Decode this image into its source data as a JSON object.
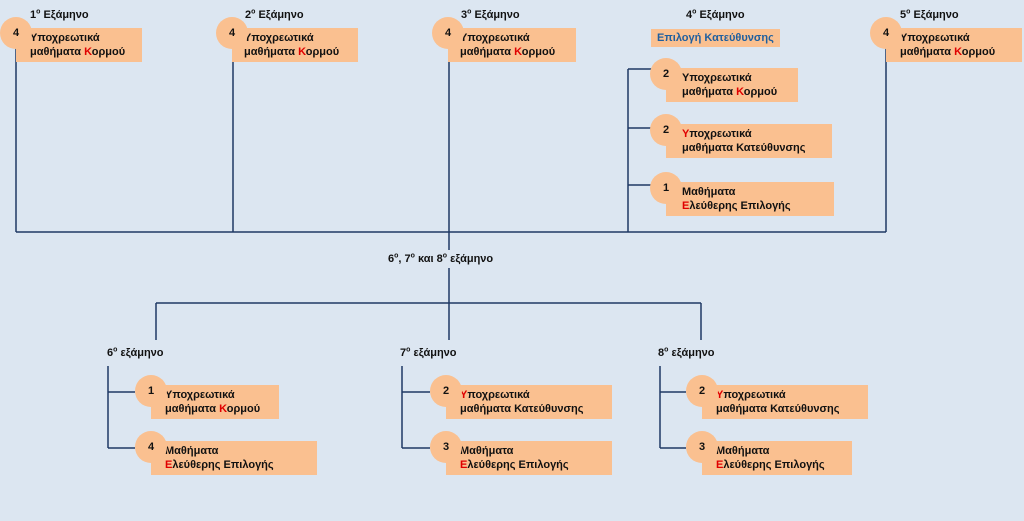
{
  "top_semesters": [
    {
      "num": "1",
      "sup": "ο",
      "word": "Εξάμηνο",
      "count": "4",
      "line1": "Υποχρεωτικά",
      "line2_pre": "μαθήματα ",
      "line2_hl": "Κ",
      "line2_post": "ορμού"
    },
    {
      "num": "2",
      "sup": "ο",
      "word": "Εξάμηνο",
      "count": "4",
      "line1": "Υποχρεωτικά",
      "line2_pre": "μαθήματα ",
      "line2_hl": "Κ",
      "line2_post": "ορμού"
    },
    {
      "num": "3",
      "sup": "ο",
      "word": "Εξάμηνο",
      "count": "4",
      "line1": "Υποχρεωτικά",
      "line2_pre": "μαθήματα ",
      "line2_hl": "Κ",
      "line2_post": "ορμού"
    },
    {
      "num": "5",
      "sup": "ο",
      "word": "Εξάμηνο",
      "count": "4",
      "line1": "Υποχρεωτικά",
      "line2_pre": "μαθήματα ",
      "line2_hl": "Κ",
      "line2_post": "ορμού"
    }
  ],
  "fourth": {
    "num": "4",
    "sup": "ο",
    "word": "Εξάμηνο",
    "direction_label": "Επιλογή Κατεύθυνσης",
    "items": [
      {
        "count": "2",
        "l1_hl": "",
        "l1_rest": "Υποχρεωτικά",
        "line2_pre": "μαθήματα ",
        "line2_hl": "Κ",
        "line2_post": "ορμού"
      },
      {
        "count": "2",
        "l1_hl": "Υ",
        "l1_rest": "ποχρεωτικά",
        "line2_pre": "μαθήματα Κατεύθυνσης",
        "line2_hl": "",
        "line2_post": ""
      },
      {
        "count": "1",
        "l1_hl": "",
        "l1_rest": "Μαθήματα",
        "line2_pre": "",
        "line2_hl": "Ε",
        "line2_post": "λεύθερης Επιλογής"
      }
    ]
  },
  "middle": {
    "n6": "6",
    "n7": "7",
    "n8": "8",
    "sup": "ο",
    "sep1": ", ",
    "sep2": " και ",
    "word": " εξάμηνο"
  },
  "bottom_semesters": [
    {
      "num": "6",
      "sup": "ο",
      "word": "εξάμηνο",
      "items": [
        {
          "count": "1",
          "l1_hl": "",
          "l1_rest": "Υποχρεωτικά",
          "line2_pre": "μαθήματα ",
          "line2_hl": "Κ",
          "line2_post": "ορμού"
        },
        {
          "count": "4",
          "l1_hl": "",
          "l1_rest": "Μαθήματα",
          "line2_pre": "",
          "line2_hl": "Ε",
          "line2_post": "λεύθερης Επιλογής"
        }
      ]
    },
    {
      "num": "7",
      "sup": "ο",
      "word": "εξάμηνο",
      "items": [
        {
          "count": "2",
          "l1_hl": "Υ",
          "l1_rest": "ποχρεωτικά",
          "line2_pre": "μαθήματα Κατεύθυνσης",
          "line2_hl": "",
          "line2_post": ""
        },
        {
          "count": "3",
          "l1_hl": "",
          "l1_rest": "Μαθήματα",
          "line2_pre": "",
          "line2_hl": "Ε",
          "line2_post": "λεύθερης Επιλογής"
        }
      ]
    },
    {
      "num": "8",
      "sup": "ο",
      "word": "εξάμηνο",
      "items": [
        {
          "count": "2",
          "l1_hl": "Υ",
          "l1_rest": "ποχρεωτικά",
          "line2_pre": "μαθήματα Κατεύθυνσης",
          "line2_hl": "",
          "line2_post": ""
        },
        {
          "count": "3",
          "l1_hl": "",
          "l1_rest": "Μαθήματα",
          "line2_pre": "",
          "line2_hl": "Ε",
          "line2_post": "λεύθερης Επιλογής"
        }
      ]
    }
  ],
  "colors": {
    "background": "#dce6f1",
    "node_fill": "#fac090",
    "line": "#1f3864",
    "highlight": "#e00000",
    "direction_text": "#1f5f9f"
  }
}
